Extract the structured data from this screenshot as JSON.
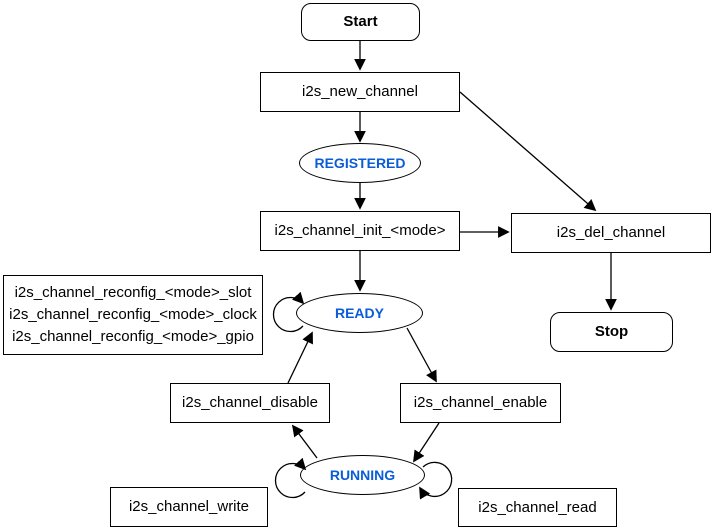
{
  "nodes": {
    "start": {
      "label": "Start"
    },
    "new_channel": {
      "label": "i2s_new_channel"
    },
    "registered": {
      "label": "REGISTERED"
    },
    "init": {
      "label": "i2s_channel_init_<mode>"
    },
    "del_channel": {
      "label": "i2s_del_channel"
    },
    "stop": {
      "label": "Stop"
    },
    "reconfig": {
      "lines": [
        "i2s_channel_reconfig_<mode>_slot",
        "i2s_channel_reconfig_<mode>_clock",
        "i2s_channel_reconfig_<mode>_gpio"
      ]
    },
    "ready": {
      "label": "READY"
    },
    "disable": {
      "label": "i2s_channel_disable"
    },
    "enable": {
      "label": "i2s_channel_enable"
    },
    "running": {
      "label": "RUNNING"
    },
    "write": {
      "label": "i2s_channel_write"
    },
    "read": {
      "label": "i2s_channel_read"
    }
  },
  "colors": {
    "state_text": "#0b5cd8",
    "node_border": "#000000",
    "node_fill": "#ffffff",
    "connector": "#000000",
    "background": "#ffffff"
  }
}
